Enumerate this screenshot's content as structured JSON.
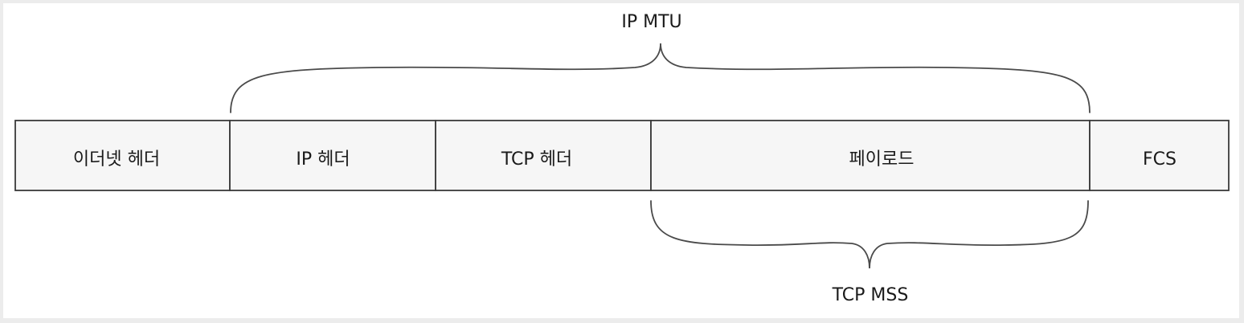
{
  "frame": {
    "fields": [
      {
        "label": "이더넷 헤더"
      },
      {
        "label": "IP 헤더"
      },
      {
        "label": "TCP 헤더"
      },
      {
        "label": "페이로드"
      },
      {
        "label": "FCS"
      }
    ]
  },
  "braces": {
    "ip_mtu": {
      "label": "IP MTU"
    },
    "tcp_mss": {
      "label": "TCP MSS"
    }
  },
  "colors": {
    "cell_fill": "#f6f6f6",
    "stroke": "#3a3a3a",
    "background": "#ffffff"
  }
}
